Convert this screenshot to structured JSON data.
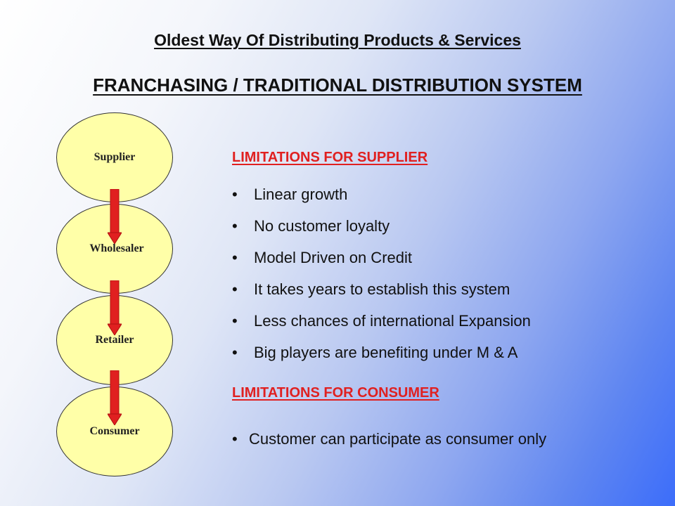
{
  "title": "Oldest Way Of Distributing Products & Services",
  "subtitle": "FRANCHASING / TRADITIONAL DISTRIBUTION SYSTEM",
  "flow": {
    "nodes": [
      "Supplier",
      "Wholesaler",
      "Retailer",
      "Consumer"
    ],
    "node_fill": "#ffffa8",
    "arrow_color": "#e02020"
  },
  "supplier_limitations": {
    "heading": "LIMITATIONS FOR SUPPLIER",
    "items": [
      "Linear growth",
      "No customer loyalty",
      "Model Driven on Credit",
      "It takes years to establish this system",
      "Less chances of international Expansion",
      "Big players are benefiting under M & A"
    ]
  },
  "consumer_limitations": {
    "heading": "LIMITATIONS FOR CONSUMER",
    "items": [
      "Customer can participate as consumer only"
    ]
  },
  "colors": {
    "heading_red": "#e02020",
    "background_start": "#ffffff",
    "background_end": "#3c6dfa"
  }
}
